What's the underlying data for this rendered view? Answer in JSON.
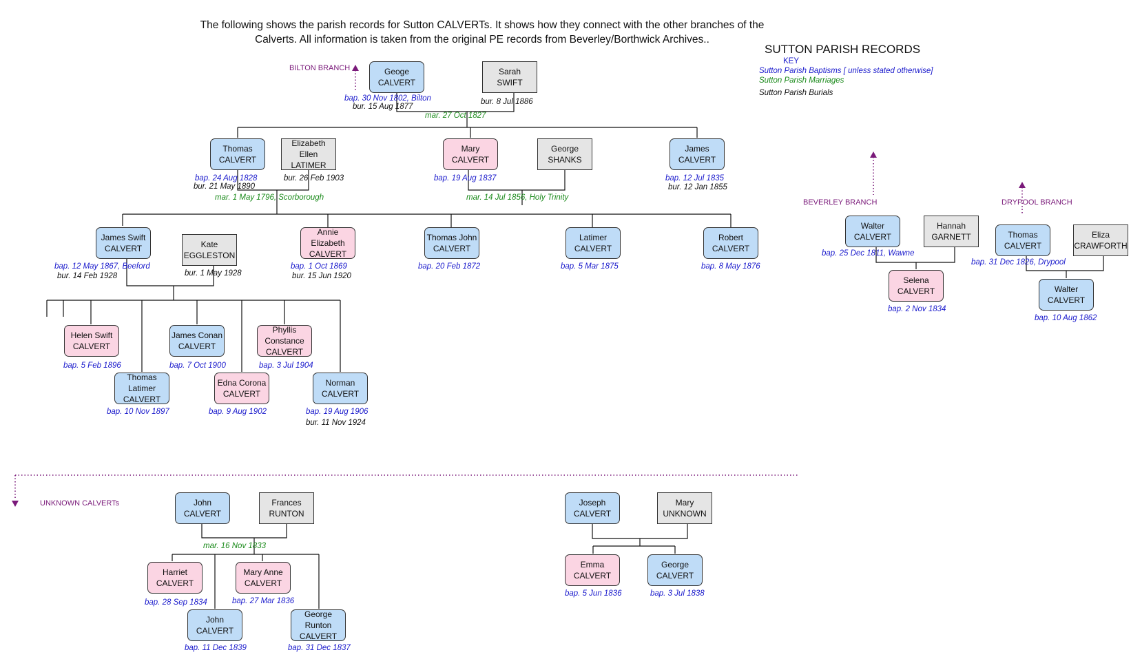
{
  "header": {
    "line1": "The following shows the parish records for Sutton CALVERTs. It shows how they connect with the other branches of the",
    "line2": "Calverts. All information is taken from the original PE records from Beverley/Borthwick Archives..",
    "records_title": "SUTTON PARISH RECORDS"
  },
  "key": {
    "title": "KEY",
    "baptisms": "Sutton Parish Baptisms [ unless stated otherwise]",
    "marriages": "Sutton Parish Marriages",
    "burials": "Sutton Parish Burials"
  },
  "branches": {
    "bilton": "BILTON BRANCH",
    "beverley": "BEVERLEY BRANCH",
    "drypool": "DRYPOOL BRANCH",
    "unknown": "UNKNOWN CALVERTs"
  },
  "colors": {
    "male": "#bfdcf7",
    "female": "#fbd5e3",
    "spouse": "#e5e5e5",
    "baptism": "#1a1acc",
    "marriage": "#1a8a1a",
    "burial": "#111111",
    "branch": "#7a1a7a"
  },
  "people": {
    "geoge": {
      "first": "Geoge",
      "last": "CALVERT",
      "bap": "bap. 30 Nov 1802, Bilton",
      "bur": "bur. 15 Aug 1877"
    },
    "sarah": {
      "first": "Sarah",
      "last": "SWIFT",
      "bur": "bur. 8 Jul 1886"
    },
    "thomas": {
      "first": "Thomas",
      "last": "CALVERT",
      "bap": "bap. 24 Aug 1828",
      "bur": "bur. 21 May 1890"
    },
    "elizabeth": {
      "first": "Elizabeth Ellen",
      "last": "LATIMER",
      "bur": "bur. 26 Feb 1903"
    },
    "mary": {
      "first": "Mary",
      "last": "CALVERT",
      "bap": "bap. 19 Aug 1837"
    },
    "george_shanks": {
      "first": "George",
      "last": "SHANKS"
    },
    "james": {
      "first": "James",
      "last": "CALVERT",
      "bap": "bap. 12 Jul 1835",
      "bur": "bur. 12 Jan 1855"
    },
    "james_swift": {
      "first": "James Swift",
      "last": "CALVERT",
      "bap": "bap. 12 May 1867, Beeford",
      "bur": "bur. 14 Feb 1928"
    },
    "kate": {
      "first": "Kate",
      "last": "EGGLESTON",
      "bur": "bur. 1 May 1928"
    },
    "annie": {
      "first": "Annie",
      "middle": "Elizabeth",
      "last": "CALVERT",
      "bap": "bap. 1 Oct 1869",
      "bur": "bur. 15 Jun 1920"
    },
    "thomas_john": {
      "first": "Thomas John",
      "last": "CALVERT",
      "bap": "bap. 20 Feb 1872"
    },
    "latimer": {
      "first": "Latimer",
      "last": "CALVERT",
      "bap": "bap. 5 Mar 1875"
    },
    "robert": {
      "first": "Robert",
      "last": "CALVERT",
      "bap": "bap. 8 May 1876"
    },
    "helen": {
      "first": "Helen Swift",
      "last": "CALVERT",
      "bap": "bap. 5 Feb 1896"
    },
    "thomas_latimer": {
      "first": "Thomas",
      "middle": "Latimer",
      "last": "CALVERT",
      "bap": "bap. 10 Nov 1897"
    },
    "james_conan": {
      "first": "James Conan",
      "last": "CALVERT",
      "bap": "bap. 7 Oct 1900"
    },
    "edna": {
      "first": "Edna Corona",
      "last": "CALVERT",
      "bap": "bap. 9 Aug 1902"
    },
    "phyllis": {
      "first": "Phyllis",
      "middle": "Constance",
      "last": "CALVERT",
      "bap": "bap. 3 Jul 1904"
    },
    "norman": {
      "first": "Norman",
      "last": "CALVERT",
      "bap": "bap. 19 Aug 1906",
      "bur": "bur. 11 Nov 1924"
    },
    "walter": {
      "first": "Walter",
      "last": "CALVERT",
      "bap": "bap. 25 Dec 1811, Wawne"
    },
    "hannah": {
      "first": "Hannah",
      "last": "GARNETT"
    },
    "selena": {
      "first": "Selena",
      "last": "CALVERT",
      "bap": "bap. 2 Nov 1834"
    },
    "thomas_d": {
      "first": "Thomas",
      "last": "CALVERT",
      "bap": "bap. 31 Dec 1826, Drypool"
    },
    "eliza": {
      "first": "Eliza",
      "last": "CRAWFORTH"
    },
    "walter_d": {
      "first": "Walter",
      "last": "CALVERT",
      "bap": "bap. 10 Aug 1862"
    },
    "john": {
      "first": "John",
      "last": "CALVERT"
    },
    "frances": {
      "first": "Frances",
      "last": "RUNTON"
    },
    "harriet": {
      "first": "Harriet",
      "last": "CALVERT",
      "bap": "bap. 28 Sep 1834"
    },
    "mary_anne": {
      "first": "Mary Anne",
      "last": "CALVERT",
      "bap": "bap. 27 Mar 1836"
    },
    "john_jr": {
      "first": "John",
      "last": "CALVERT",
      "bap": "bap. 11 Dec 1839"
    },
    "george_runton": {
      "first": "George Runton",
      "last": "CALVERT",
      "bap": "bap. 31 Dec 1837"
    },
    "joseph": {
      "first": "Joseph",
      "last": "CALVERT"
    },
    "mary_unknown": {
      "first": "Mary",
      "last": "UNKNOWN"
    },
    "emma": {
      "first": "Emma",
      "last": "CALVERT",
      "bap": "bap. 5 Jun 1836"
    },
    "george_j": {
      "first": "George",
      "last": "CALVERT",
      "bap": "bap. 3 Jul 1838"
    }
  },
  "marriages": {
    "geoge_sarah": "mar. 27 Oct 1827",
    "thomas_elizabeth": "mar. 1 May 1796, Scorborough",
    "mary_george": "mar. 14 Jul 1856, Holy Trinity",
    "john_frances": "mar. 16 Nov 1833"
  }
}
